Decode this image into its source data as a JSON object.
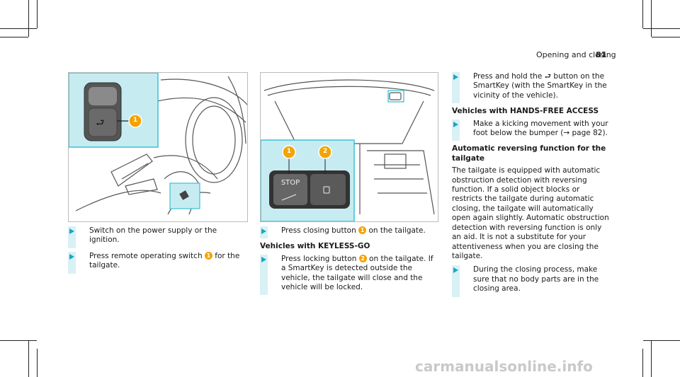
{
  "header": {
    "title": "Opening and closing",
    "page_number": "81"
  },
  "figures": {
    "fig1": {
      "callout": "1",
      "colors": {
        "panel": "#c6ecf2",
        "border": "#3cc0d6",
        "callout": "#f4a300"
      }
    },
    "fig2": {
      "callout_1": "1",
      "callout_2": "2",
      "stop_label": "STOP"
    }
  },
  "column1": {
    "step1": "Switch on the power supply or the ignition.",
    "step2_before": "Press remote operating switch ",
    "step2_badge": "1",
    "step2_after": " for the tailgate."
  },
  "column2": {
    "step1_before": "Press closing button ",
    "step1_badge": "1",
    "step1_after": " on the tailgate.",
    "heading": "Vehicles with KEYLESS-GO",
    "step2_before": "Press locking button ",
    "step2_badge": "2",
    "step2_after": " on the tailgate. If a SmartKey is detected outside the vehicle, the tailgate will close and the vehicle will be locked."
  },
  "column3": {
    "step1": "Press and hold the ⮐ button on the SmartKey (with the SmartKey in the vicinity of the vehicle).",
    "heading1": "Vehicles with HANDS-FREE ACCESS",
    "step2": "Make a kicking movement with your foot below the bumper (→ page 82).",
    "heading2": "Automatic reversing function for the tailgate",
    "paragraph": "The tailgate is equipped with automatic obstruction detection with reversing function. If a solid object blocks or restricts the tailgate during automatic closing, the tailgate will automatically open again slightly. Automatic obstruction detection with reversing function is only an aid. It is not a substitute for your attentiveness when you are closing the tailgate.",
    "step3": "During the closing process, make sure that no body parts are in the closing area."
  },
  "watermark": "carmanualsonline.info"
}
